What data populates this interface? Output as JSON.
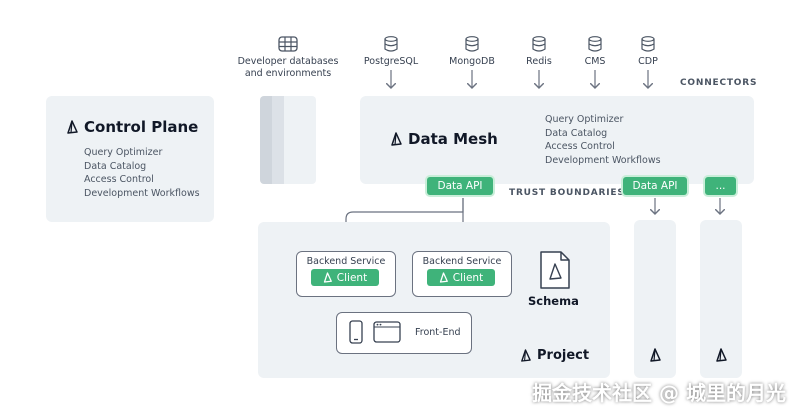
{
  "sources": [
    {
      "label": "Developer databases\nand environments",
      "icon": "server-stack-icon"
    },
    {
      "label": "PostgreSQL",
      "icon": "database-icon"
    },
    {
      "label": "MongoDB",
      "icon": "database-icon"
    },
    {
      "label": "Redis",
      "icon": "database-icon"
    },
    {
      "label": "CMS",
      "icon": "database-icon"
    },
    {
      "label": "CDP",
      "icon": "database-icon"
    }
  ],
  "connectors_label": "CONNECTORS",
  "control_plane": {
    "title": "Control Plane",
    "features": [
      "Query Optimizer",
      "Data Catalog",
      "Access Control",
      "Development Workflows"
    ]
  },
  "data_mesh": {
    "title": "Data Mesh",
    "features": [
      "Query Optimizer",
      "Data Catalog",
      "Access Control",
      "Development Workflows"
    ]
  },
  "trust_boundaries_label": "TRUST BOUNDARIES",
  "data_api_label": "Data API",
  "data_api_right_label": "Data API",
  "ellipsis_label": "...",
  "backend_left": {
    "title": "Backend Service",
    "client": "Client"
  },
  "backend_right": {
    "title": "Backend Service",
    "client": "Client"
  },
  "frontend_label": "Front-End",
  "schema_label": "Schema",
  "project_label": "Project",
  "watermark": "掘金技术社区 @ 城里的月光",
  "colors": {
    "green": "#3fb37a",
    "panel": "#eef2f5",
    "stroke": "#6b7280"
  }
}
